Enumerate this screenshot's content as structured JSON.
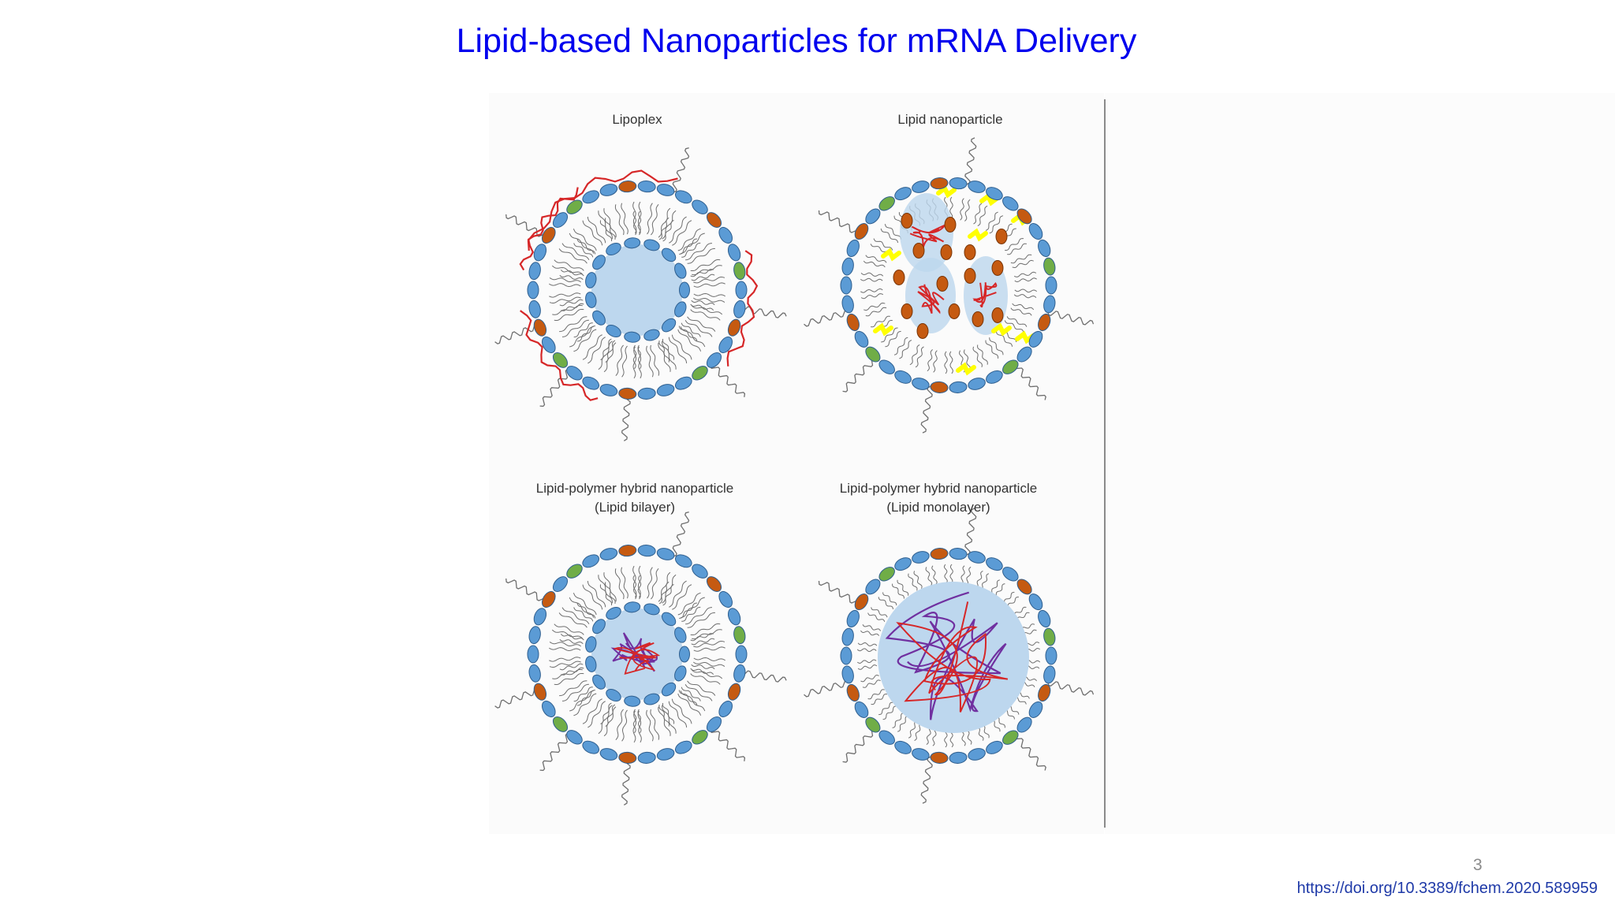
{
  "slide": {
    "title": "Lipid-based Nanoparticles for mRNA Delivery",
    "page_number": "3",
    "doi": "https://doi.org/10.3389/fchem.2020.589959"
  },
  "panels": [
    {
      "id": "lipoplex",
      "label_line1": "Lipoplex",
      "label_line2": "",
      "core": "small-vesicle"
    },
    {
      "id": "lnp",
      "label_line1": "Lipid nanoparticle",
      "label_line2": "",
      "core": "ionizable-clusters"
    },
    {
      "id": "hybrid-bilayer",
      "label_line1": "Lipid-polymer hybrid nanoparticle",
      "label_line2": "(Lipid bilayer)",
      "core": "polymer-in-vesicle"
    },
    {
      "id": "hybrid-monolayer",
      "label_line1": "Lipid-polymer hybrid nanoparticle",
      "label_line2": "(Lipid monolayer)",
      "core": "polymer-core"
    }
  ],
  "colors": {
    "title": "#0000ee",
    "lipid_head": "#5b9bd5",
    "lipid_head_stroke": "#2f5f8f",
    "cationic_head": "#c55a11",
    "peg_head": "#70ad47",
    "tail": "#6e6e6e",
    "core_fill": "#bdd7ee",
    "mrna": "#d62728",
    "polymer": "#7030a0",
    "ionizable_lipid": "#ffff00",
    "divider": "#8a8a8a"
  }
}
